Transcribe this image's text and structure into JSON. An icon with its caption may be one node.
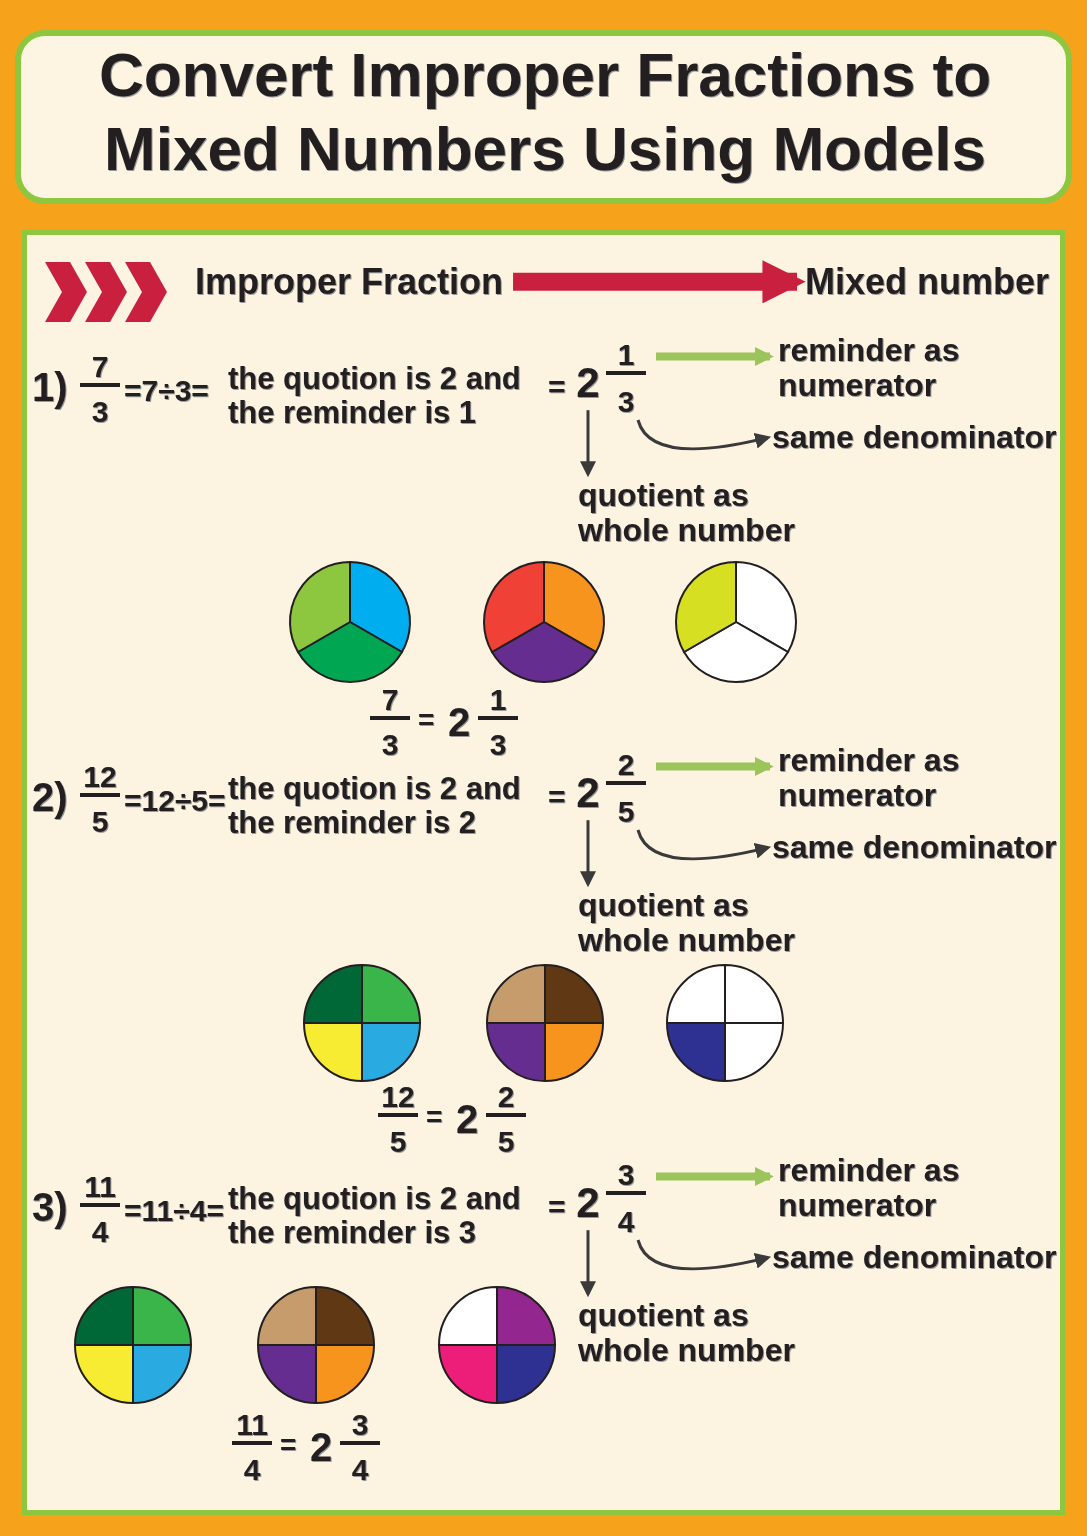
{
  "diagram": {
    "title": "Convert Improper Fractions to Mixed Numbers Using Models",
    "nodes": [
      {
        "text": [
          "Improper Fraction"
        ]
      },
      {
        "text": [
          "Mixed number"
        ]
      },
      {
        "text": [
          "2"
        ]
      },
      {
        "text": [
          "1"
        ]
      },
      {
        "text": [
          "3"
        ]
      },
      {
        "text": [
          "reminder as numerator"
        ]
      },
      {
        "text": [
          "same denominator"
        ]
      },
      {
        "text": [
          "quotient as whole number"
        ]
      },
      {
        "text": [
          "2"
        ]
      },
      {
        "text": [
          "2"
        ]
      },
      {
        "text": [
          "5"
        ]
      },
      {
        "text": [
          "reminder as numerator"
        ]
      },
      {
        "text": [
          "same denominator"
        ]
      },
      {
        "text": [
          "quotient as whole number"
        ]
      },
      {
        "text": [
          "2"
        ]
      },
      {
        "text": [
          "3"
        ]
      },
      {
        "text": [
          "4"
        ]
      },
      {
        "text": [
          "reminder as numerator"
        ]
      },
      {
        "text": [
          "same denominator"
        ]
      },
      {
        "text": [
          "quotient as whole number"
        ]
      }
    ],
    "edges": [
      {
        "from": 0,
        "to": 1,
        "arrow": "to",
        "style": "thick",
        "color": "#c8203e"
      },
      {
        "from": 3,
        "to": 5,
        "arrow": "to",
        "style": "thick",
        "color": "#9bc45a"
      },
      {
        "from": 4,
        "to": 6,
        "arrow": "to"
      },
      {
        "from": 2,
        "to": 7,
        "arrow": "to"
      },
      {
        "from": 9,
        "to": 11,
        "arrow": "to",
        "style": "thick",
        "color": "#9bc45a"
      },
      {
        "from": 10,
        "to": 12,
        "arrow": "to"
      },
      {
        "from": 8,
        "to": 13,
        "arrow": "to"
      },
      {
        "from": 15,
        "to": 17,
        "arrow": "to",
        "style": "thick",
        "color": "#9bc45a"
      },
      {
        "from": 16,
        "to": 18,
        "arrow": "to"
      },
      {
        "from": 14,
        "to": 19,
        "arrow": "to"
      }
    ],
    "labels": [
      "1)",
      "7",
      "3",
      "=7÷3=",
      "the quotion is 2 and the reminder is 1",
      "=",
      "7",
      "3",
      "=",
      "2",
      "1",
      "3",
      "2)",
      "12",
      "5",
      "=12÷5=",
      "the quotion is 2 and the reminder is 2",
      "=",
      "12",
      "5",
      "=",
      "2",
      "2",
      "5",
      "3)",
      "11",
      "4",
      "=11÷4=",
      "the quotion is 2 and the reminder is 3",
      "=",
      "11",
      "4",
      "=",
      "2",
      "3",
      "4"
    ]
  }
}
